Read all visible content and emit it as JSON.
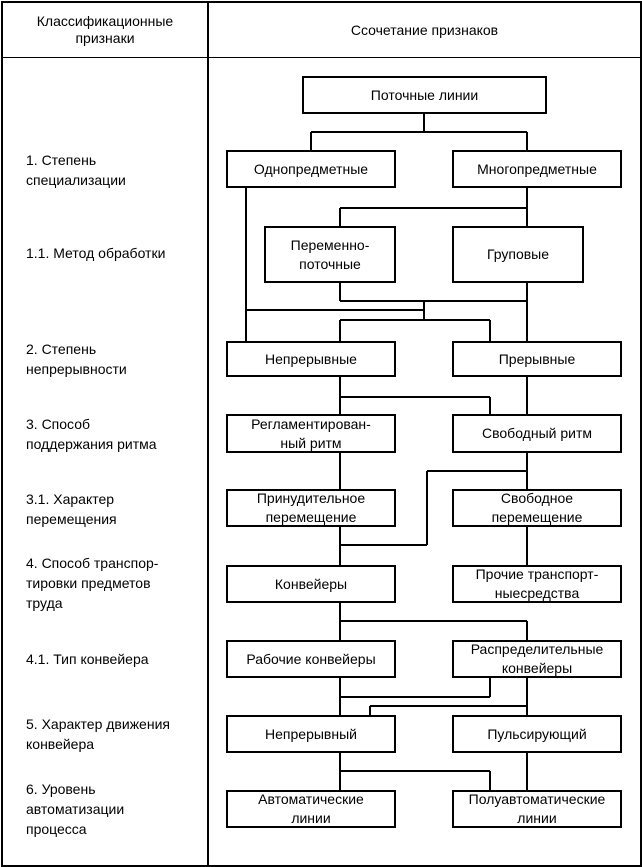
{
  "header": {
    "col1": "Классификационные\nпризнаки",
    "col2": "Ссочетание признаков"
  },
  "rows": [
    "1. Степень\nспециализации",
    "1.1. Метод обработки",
    "2. Степень\nнепрерывности",
    "3. Способ\nподдержания ритма",
    "3.1. Характер\nперемещения",
    "4. Способ транспор-\nтировки предметов\nтруда",
    "4.1. Тип конвейера",
    "5. Характер движения\nконвейера",
    "6. Уровень\nавтоматизации\nпроцесса"
  ],
  "boxes": {
    "top": "Поточные линии",
    "single": "Однопредметные",
    "multi": "Многопредметные",
    "variable": "Переменно-\nпоточные",
    "group": "Груповые",
    "continuous": "Непрерывные",
    "interrupted": "Прерывные",
    "regulated": "Регламентирован-\nный ритм",
    "free_rhythm": "Свободный ритм",
    "forced": "Принудительное\nперемещение",
    "free_move": "Свободное\nперемещение",
    "conveyors": "Конвейеры",
    "other_transport": "Прочие транспорт-\nныесредства",
    "working_conv": "Рабочие конвейеры",
    "distrib_conv": "Распределительные\nконвейеры",
    "continuous_move": "Непрерывный",
    "pulsing": "Пульсирующий",
    "auto": "Автоматические\nлинии",
    "semiauto": "Полуавтоматические\nлинии"
  }
}
